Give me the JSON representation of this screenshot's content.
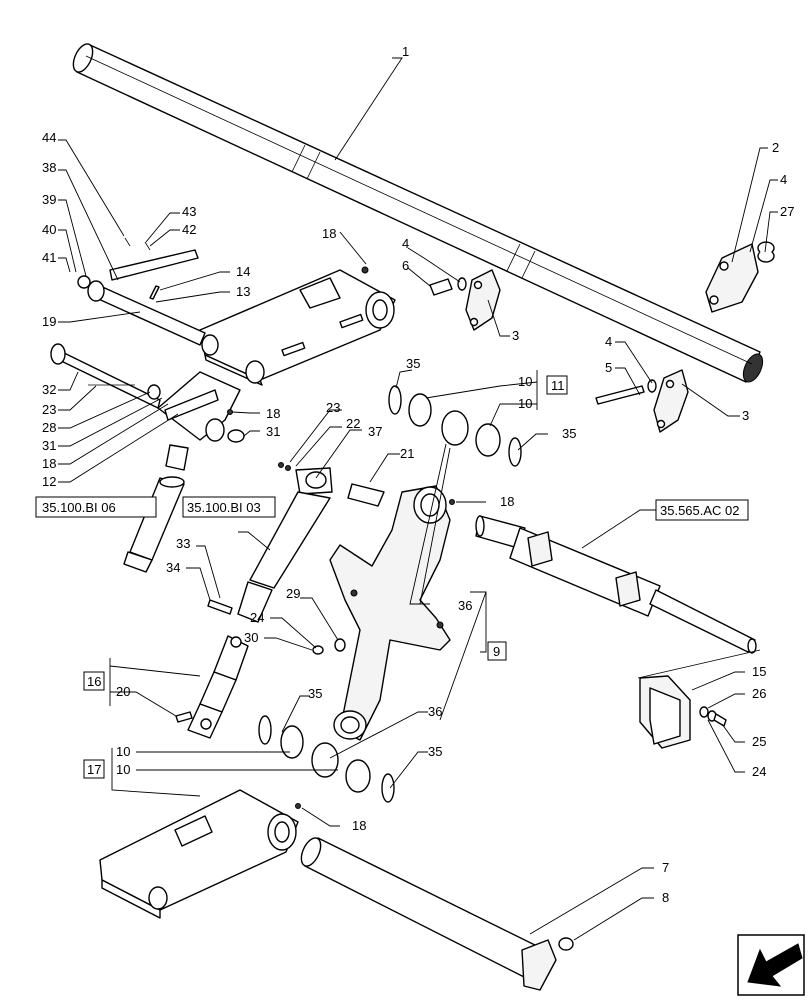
{
  "diagram": {
    "callouts": {
      "c1": "1",
      "c2": "2",
      "c3a": "3",
      "c3b": "3",
      "c4a": "4",
      "c4b": "4",
      "c4c": "4",
      "c5": "5",
      "c6": "6",
      "c7": "7",
      "c8": "8",
      "c10a": "10",
      "c10b": "10",
      "c10c": "10",
      "c10d": "10",
      "c12": "12",
      "c14": "14",
      "c13": "13",
      "c15": "15",
      "c18a": "18",
      "c18b": "18",
      "c18c": "18",
      "c18d": "18",
      "c18e": "18",
      "c19": "19",
      "c20": "20",
      "c21": "21",
      "c22": "22",
      "c23a": "23",
      "c23b": "23",
      "c24a": "24",
      "c24b": "24",
      "c25": "25",
      "c26": "26",
      "c27": "27",
      "c28": "28",
      "c29": "29",
      "c30": "30",
      "c31a": "31",
      "c31b": "31",
      "c32": "32",
      "c33": "33",
      "c34": "34",
      "c35a": "35",
      "c35b": "35",
      "c35c": "35",
      "c35d": "35",
      "c36a": "36",
      "c36b": "36",
      "c37": "37",
      "c38": "38",
      "c39": "39",
      "c40": "40",
      "c41": "41",
      "c42": "42",
      "c43": "43",
      "c44": "44"
    },
    "boxed_callouts": {
      "b9": "9",
      "b11": "11",
      "b16": "16",
      "b17": "17"
    },
    "section_refs": {
      "ref_bi06": "35.100.BI 06",
      "ref_bi03": "35.100.BI 03",
      "ref_ac02": "35.565.AC 02"
    }
  }
}
